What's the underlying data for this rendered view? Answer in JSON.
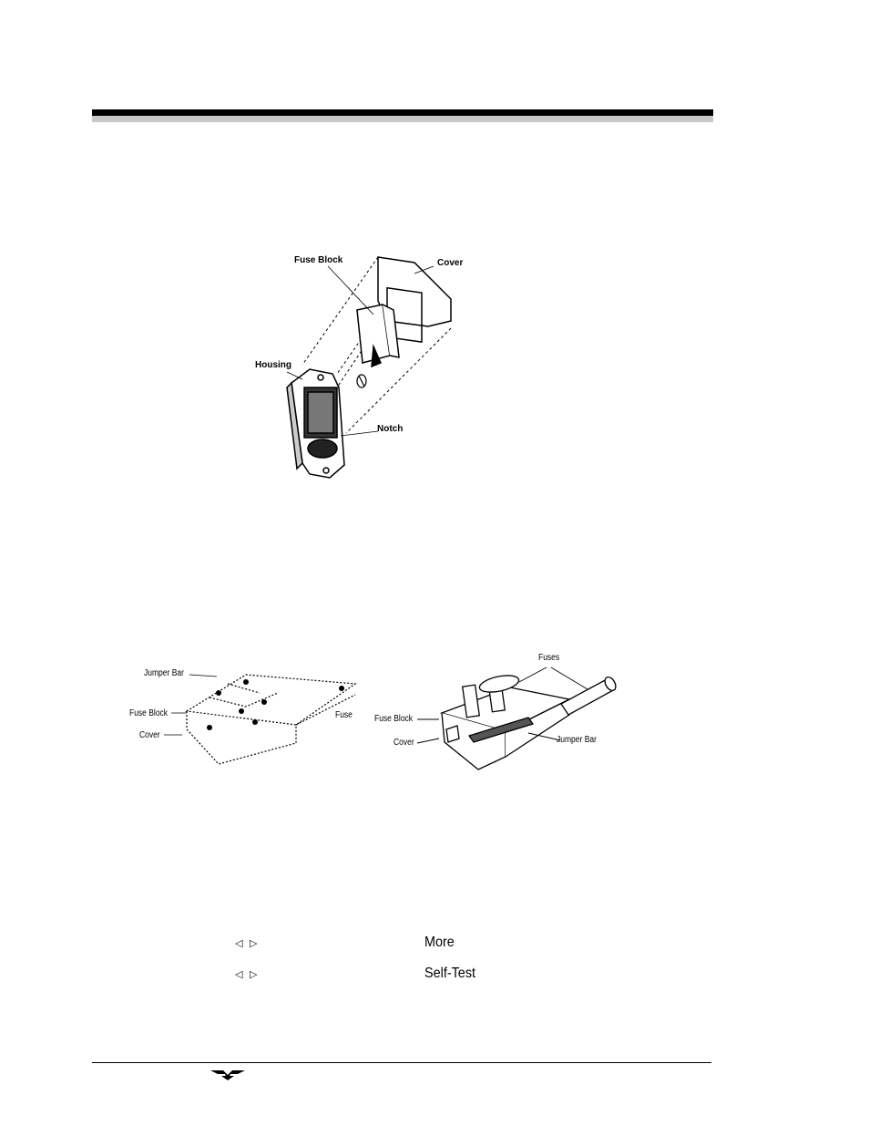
{
  "figure1": {
    "labels": {
      "fuse_block": "Fuse Block",
      "cover": "Cover",
      "housing": "Housing",
      "notch": "Notch"
    }
  },
  "figure2": {
    "left_labels": {
      "jumper_bar": "Jumper Bar",
      "fuse_block": "Fuse Block",
      "cover": "Cover",
      "fuse": "Fuse"
    },
    "right_labels": {
      "fuses": "Fuses",
      "fuse_block": "Fuse Block",
      "cover": "Cover",
      "jumper_bar": "Jumper Bar"
    }
  },
  "keys": [
    {
      "arrows": "◁ ▷",
      "label": "More"
    },
    {
      "arrows": "◁ ▷",
      "label": "Self-Test"
    }
  ],
  "footer": {
    "logo_icon": "teledyne-logo-icon"
  }
}
